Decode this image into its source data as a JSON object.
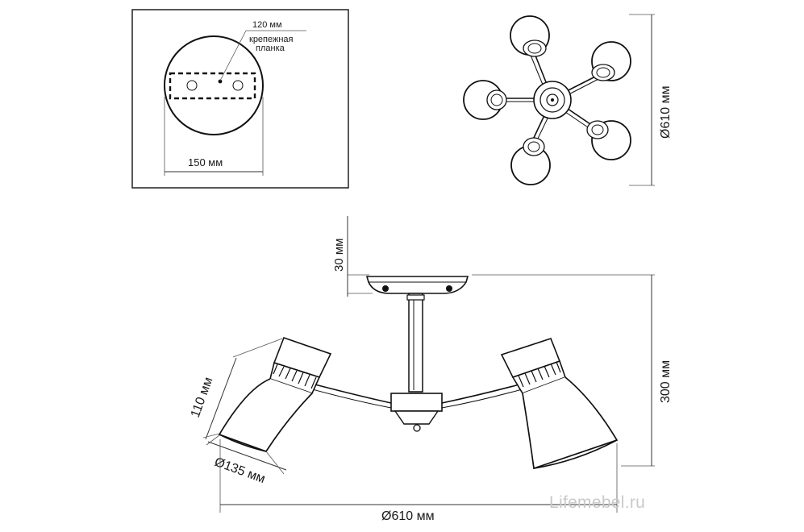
{
  "mount_panel": {
    "bracket_width_label": "120 мм",
    "bracket_name_label": "крепежная",
    "bracket_name_label_2": "планка",
    "canopy_width_label": "150 мм"
  },
  "top_view": {
    "diameter_label": "Ø610 мм"
  },
  "side_view": {
    "canopy_height_label": "30 мм",
    "total_height_label": "300 мм",
    "shade_height_label": "110 мм",
    "shade_diameter_label": "Ø135 мм",
    "span_label": "Ø610 мм"
  },
  "watermark": "Lifemebel.ru"
}
